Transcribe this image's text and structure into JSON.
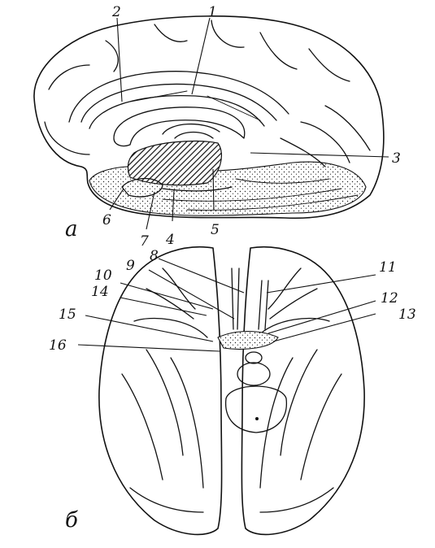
{
  "panels": [
    {
      "letter": "а"
    },
    {
      "letter": "б"
    }
  ],
  "labels": [
    "1",
    "2",
    "3",
    "4",
    "5",
    "6",
    "7",
    "8",
    "9",
    "10",
    "11",
    "12",
    "13",
    "14",
    "15",
    "16"
  ],
  "icon_names": [
    "medial-brain-section-icon",
    "basal-brain-view-icon"
  ]
}
